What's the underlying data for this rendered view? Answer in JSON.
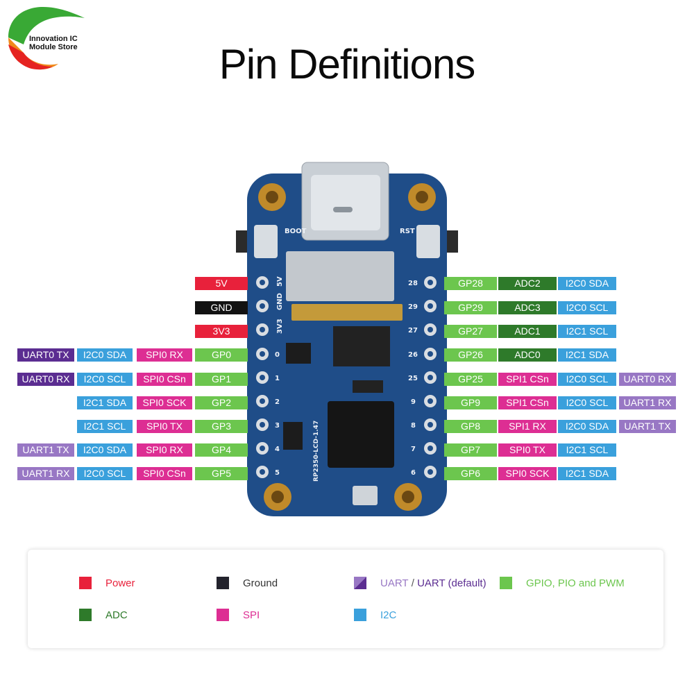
{
  "logo": {
    "line1": "Innovation IC",
    "line2": "Module Store"
  },
  "title": "Pin Definitions",
  "colors": {
    "power": "#e8213b",
    "ground": "#121212",
    "gpio": "#6cc64e",
    "adc": "#2e7a2a",
    "spi": "#dd2e93",
    "i2c": "#3aa0dc",
    "uart_default": "#5b2d91",
    "uart": "#9877c4",
    "board": "#1f4d88"
  },
  "board": {
    "silk_left": [
      "5V",
      "GND",
      "3V3",
      "0",
      "1",
      "2",
      "3",
      "4",
      "5"
    ],
    "silk_right": [
      "28",
      "29",
      "27",
      "26",
      "25",
      "9",
      "8",
      "7",
      "6"
    ],
    "boot": "BOOT",
    "rst": "RST",
    "model": "RP2350-LCD-1.47"
  },
  "pins_left": [
    {
      "labels": [
        {
          "text": "5V",
          "type": "power"
        }
      ]
    },
    {
      "labels": [
        {
          "text": "GND",
          "type": "ground"
        }
      ]
    },
    {
      "labels": [
        {
          "text": "3V3",
          "type": "power"
        }
      ]
    },
    {
      "labels": [
        {
          "text": "GP0",
          "type": "gpio"
        },
        {
          "text": "SPI0 RX",
          "type": "spi"
        },
        {
          "text": "I2C0 SDA",
          "type": "i2c"
        },
        {
          "text": "UART0 TX",
          "type": "uart_default"
        }
      ]
    },
    {
      "labels": [
        {
          "text": "GP1",
          "type": "gpio"
        },
        {
          "text": "SPI0 CSn",
          "type": "spi"
        },
        {
          "text": "I2C0 SCL",
          "type": "i2c"
        },
        {
          "text": "UART0 RX",
          "type": "uart_default"
        }
      ]
    },
    {
      "labels": [
        {
          "text": "GP2",
          "type": "gpio"
        },
        {
          "text": "SPI0 SCK",
          "type": "spi"
        },
        {
          "text": "I2C1 SDA",
          "type": "i2c"
        }
      ]
    },
    {
      "labels": [
        {
          "text": "GP3",
          "type": "gpio"
        },
        {
          "text": "SPI0 TX",
          "type": "spi"
        },
        {
          "text": "I2C1 SCL",
          "type": "i2c"
        }
      ]
    },
    {
      "labels": [
        {
          "text": "GP4",
          "type": "gpio"
        },
        {
          "text": "SPI0 RX",
          "type": "spi"
        },
        {
          "text": "I2C0 SDA",
          "type": "i2c"
        },
        {
          "text": "UART1 TX",
          "type": "uart"
        }
      ]
    },
    {
      "labels": [
        {
          "text": "GP5",
          "type": "gpio"
        },
        {
          "text": "SPI0 CSn",
          "type": "spi"
        },
        {
          "text": "I2C0 SCL",
          "type": "i2c"
        },
        {
          "text": "UART1 RX",
          "type": "uart"
        }
      ]
    }
  ],
  "pins_right": [
    {
      "labels": [
        {
          "text": "GP28",
          "type": "gpio"
        },
        {
          "text": "ADC2",
          "type": "adc"
        },
        {
          "text": "I2C0 SDA",
          "type": "i2c"
        }
      ]
    },
    {
      "labels": [
        {
          "text": "GP29",
          "type": "gpio"
        },
        {
          "text": "ADC3",
          "type": "adc"
        },
        {
          "text": "I2C0 SCL",
          "type": "i2c"
        }
      ]
    },
    {
      "labels": [
        {
          "text": "GP27",
          "type": "gpio"
        },
        {
          "text": "ADC1",
          "type": "adc"
        },
        {
          "text": "I2C1 SCL",
          "type": "i2c"
        }
      ]
    },
    {
      "labels": [
        {
          "text": "GP26",
          "type": "gpio"
        },
        {
          "text": "ADC0",
          "type": "adc"
        },
        {
          "text": "I2C1 SDA",
          "type": "i2c"
        }
      ]
    },
    {
      "labels": [
        {
          "text": "GP25",
          "type": "gpio"
        },
        {
          "text": "SPI1 CSn",
          "type": "spi"
        },
        {
          "text": "I2C0 SCL",
          "type": "i2c"
        },
        {
          "text": "UART0 RX",
          "type": "uart"
        }
      ]
    },
    {
      "labels": [
        {
          "text": "GP9",
          "type": "gpio"
        },
        {
          "text": "SPI1 CSn",
          "type": "spi"
        },
        {
          "text": "I2C0 SCL",
          "type": "i2c"
        },
        {
          "text": "UART1 RX",
          "type": "uart"
        }
      ]
    },
    {
      "labels": [
        {
          "text": "GP8",
          "type": "gpio"
        },
        {
          "text": "SPI1 RX",
          "type": "spi"
        },
        {
          "text": "I2C0 SDA",
          "type": "i2c"
        },
        {
          "text": "UART1 TX",
          "type": "uart"
        }
      ]
    },
    {
      "labels": [
        {
          "text": "GP7",
          "type": "gpio"
        },
        {
          "text": "SPI0 TX",
          "type": "spi"
        },
        {
          "text": "I2C1 SCL",
          "type": "i2c"
        }
      ]
    },
    {
      "labels": [
        {
          "text": "GP6",
          "type": "gpio"
        },
        {
          "text": "SPI0 SCK",
          "type": "spi"
        },
        {
          "text": "I2C1 SDA",
          "type": "i2c"
        }
      ]
    }
  ],
  "legend": {
    "power": "Power",
    "ground": "Ground",
    "uart_a": "UART",
    "uart_sep": " / ",
    "uart_b": "UART (default)",
    "gpio": "GPIO, PIO and PWM",
    "adc": "ADC",
    "spi": "SPI",
    "i2c": "I2C"
  }
}
